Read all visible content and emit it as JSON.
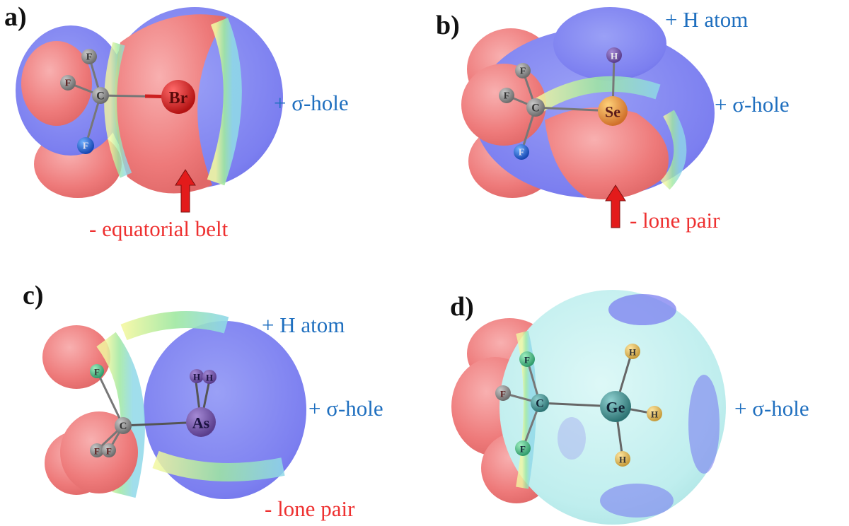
{
  "colors": {
    "negative": "#ee3030",
    "positive_text": "#1f6fbf",
    "blue_surface": "#7c7ff0",
    "red_surface": "#f07878",
    "cyan_surface": "#bff0ef",
    "arrow": "#e31b1b"
  },
  "panels": [
    {
      "letter": "a)",
      "central_atom": "Br",
      "atoms": {
        "c": "C",
        "f1": "F",
        "f2": "F",
        "f3": "F",
        "x": "Br"
      },
      "annotations": {
        "sigma_hole": "+ σ-hole",
        "belt": "- equatorial belt"
      }
    },
    {
      "letter": "b)",
      "central_atom": "Se",
      "atoms": {
        "c": "C",
        "f1": "F",
        "f2": "F",
        "f3": "F",
        "x": "Se",
        "h1": "H"
      },
      "annotations": {
        "h_atom": "+ H atom",
        "sigma_hole": "+ σ-hole",
        "lone_pair": "- lone pair"
      }
    },
    {
      "letter": "c)",
      "central_atom": "As",
      "atoms": {
        "c": "C",
        "f1": "F",
        "f2": "F",
        "f3": "F",
        "x": "As",
        "h1": "H",
        "h2": "H"
      },
      "annotations": {
        "h_atom": "+ H atom",
        "sigma_hole": "+ σ-hole",
        "lone_pair": "- lone pair"
      }
    },
    {
      "letter": "d)",
      "central_atom": "Ge",
      "atoms": {
        "c": "C",
        "f1": "F",
        "f2": "F",
        "f3": "F",
        "x": "Ge",
        "h1": "H",
        "h2": "H",
        "h3": "H"
      },
      "annotations": {
        "sigma_hole": "+ σ-hole"
      }
    }
  ]
}
